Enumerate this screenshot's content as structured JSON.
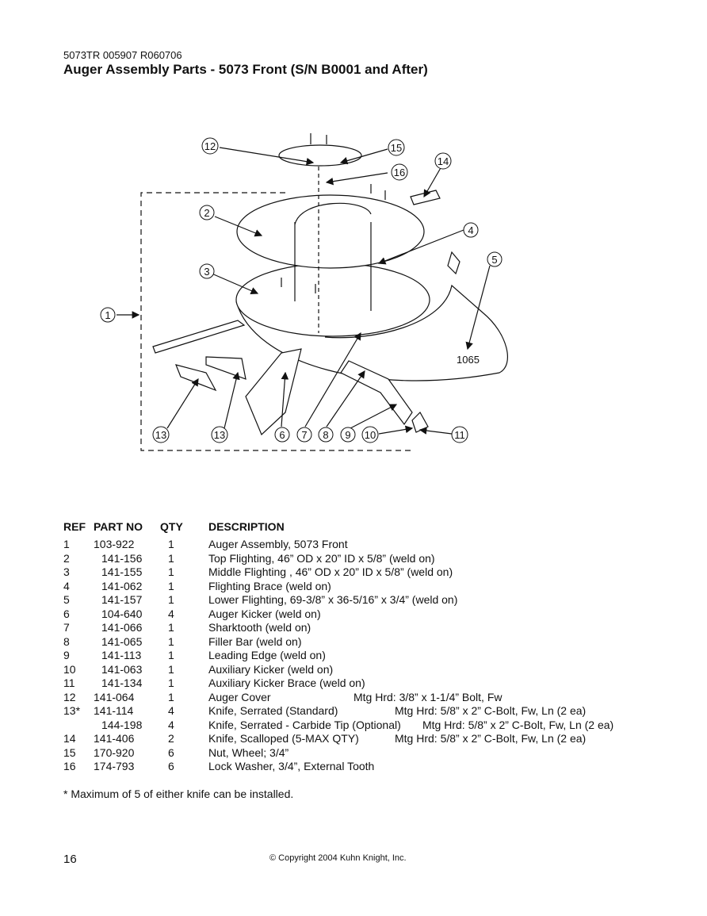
{
  "header": {
    "doc_id": "5073TR 005907 R060706",
    "title": "Auger Assembly Parts - 5073 Front (S/N B0001 and After)"
  },
  "diagram": {
    "callouts": [
      "1",
      "2",
      "3",
      "4",
      "5",
      "6",
      "7",
      "8",
      "9",
      "10",
      "11",
      "12",
      "13",
      "13",
      "14",
      "15",
      "16"
    ],
    "label_1065": "1065"
  },
  "table": {
    "headers": {
      "ref": "REF",
      "part": "PART NO",
      "qty": "QTY",
      "desc": "DESCRIPTION"
    },
    "rows": [
      {
        "ref": "1",
        "part": "103-922",
        "qty": "1",
        "desc": "Auger Assembly, 5073 Front",
        "extra": ""
      },
      {
        "ref": "2",
        "part": "141-156",
        "qty": "1",
        "desc": "Top Flighting, 46” OD x 20” ID x 5/8” (weld on)",
        "extra": ""
      },
      {
        "ref": "3",
        "part": "141-155",
        "qty": "1",
        "desc": "Middle Flighting , 46” OD x 20” ID x 5/8” (weld on)",
        "extra": ""
      },
      {
        "ref": "4",
        "part": "141-062",
        "qty": "1",
        "desc": "Flighting Brace (weld on)",
        "extra": ""
      },
      {
        "ref": "5",
        "part": "141-157",
        "qty": "1",
        "desc": "Lower Flighting, 69-3/8” x 36-5/16” x 3/4”  (weld on)",
        "extra": ""
      },
      {
        "ref": "6",
        "part": "104-640",
        "qty": "4",
        "desc": "Auger Kicker (weld on)",
        "extra": ""
      },
      {
        "ref": "7",
        "part": "141-066",
        "qty": "1",
        "desc": "Sharktooth (weld on)",
        "extra": ""
      },
      {
        "ref": "8",
        "part": "141-065",
        "qty": "1",
        "desc": "Filler Bar (weld on)",
        "extra": ""
      },
      {
        "ref": "9",
        "part": "141-113",
        "qty": "1",
        "desc": "Leading Edge (weld on)",
        "extra": ""
      },
      {
        "ref": "10",
        "part": "141-063",
        "qty": "1",
        "desc": "Auxiliary Kicker (weld on)",
        "extra": ""
      },
      {
        "ref": "11",
        "part": "141-134",
        "qty": "1",
        "desc": "Auxiliary Kicker Brace (weld on)",
        "extra": ""
      },
      {
        "ref": "12",
        "part": "141-064",
        "qty": "1",
        "desc": "Auger Cover",
        "extra": "Mtg Hrd: 3/8” x 1-1/4” Bolt, Fw"
      },
      {
        "ref": "13*",
        "part": "141-114",
        "qty": "4",
        "desc": "Knife, Serrated (Standard)",
        "extra": "Mtg Hrd: 5/8” x 2” C-Bolt, Fw, Ln (2 ea)"
      },
      {
        "ref": "",
        "part": "144-198",
        "qty": "4",
        "desc": "Knife, Serrated - Carbide Tip (Optional)",
        "extra": "Mtg Hrd: 5/8” x 2” C-Bolt, Fw, Ln (2 ea)"
      },
      {
        "ref": "14",
        "part": "141-406",
        "qty": "2",
        "desc": "Knife, Scalloped (5-MAX QTY)",
        "extra": "Mtg Hrd: 5/8” x 2” C-Bolt, Fw, Ln (2 ea)"
      },
      {
        "ref": "15",
        "part": "170-920",
        "qty": "6",
        "desc": "Nut, Wheel; 3/4”",
        "extra": ""
      },
      {
        "ref": "16",
        "part": "174-793",
        "qty": "6",
        "desc": "Lock Washer, 3/4”, External Tooth",
        "extra": ""
      }
    ]
  },
  "footnote": "* Maximum of 5 of either knife can be installed.",
  "footer": {
    "page_number": "16",
    "copyright": "© Copyright 2004 Kuhn Knight, Inc."
  }
}
